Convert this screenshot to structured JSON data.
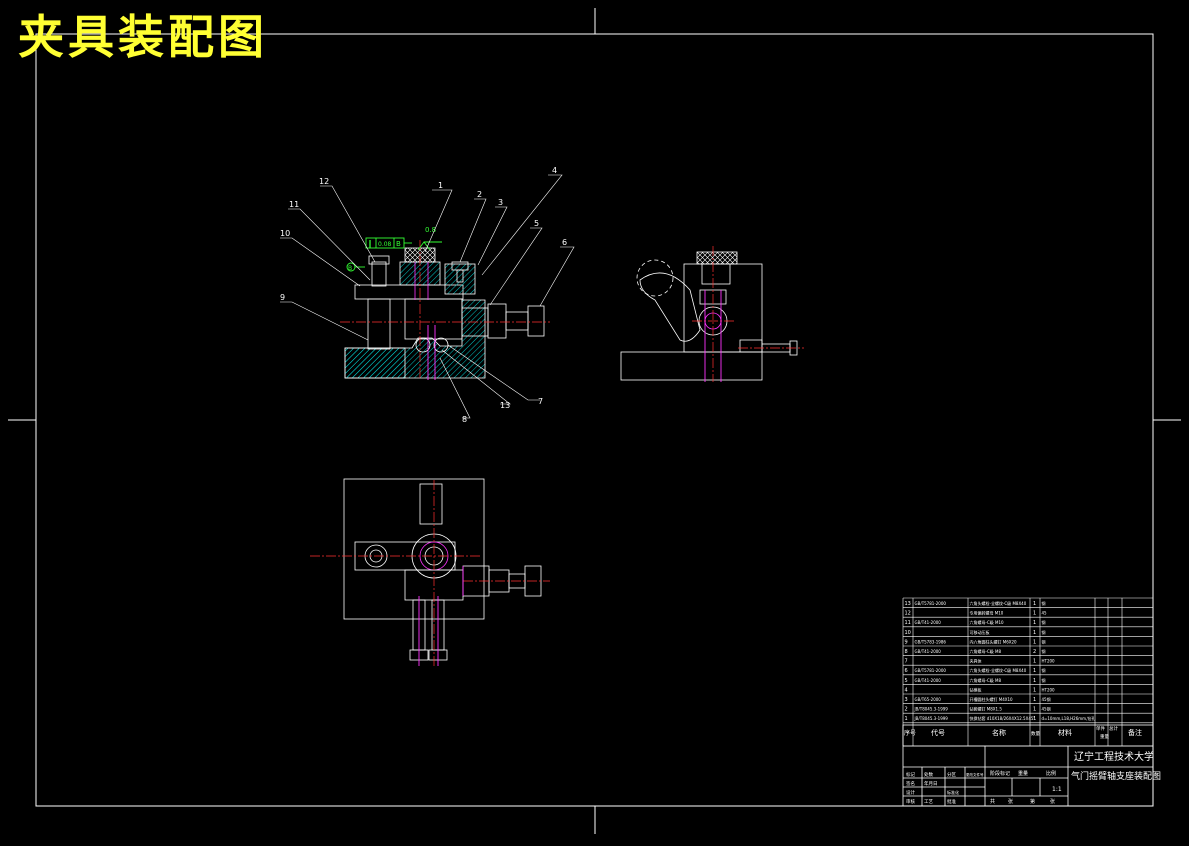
{
  "drawing": {
    "overlay_title": "夹具装配图",
    "colors": {
      "background": "#000000",
      "frame": "#ffffff",
      "title": "#ffff33",
      "hatch": "#00c8c8",
      "centerline": "#ff3030",
      "hidden": "#ff33ff",
      "tolerance": "#33ff33"
    },
    "callouts": [
      "1",
      "2",
      "3",
      "4",
      "5",
      "6",
      "7",
      "8",
      "9",
      "10",
      "11",
      "12",
      "13"
    ],
    "tolerance_frame": {
      "symbol": "∥",
      "value": "0.08",
      "datum": "B"
    },
    "roughness": "0.8",
    "datum_marker": "B"
  },
  "bom": {
    "rows": [
      {
        "no": "13",
        "code": "GB/T5781-2000",
        "name": "六角头螺栓-全螺纹-C级 M8X40",
        "qty": "1",
        "mat": "钢"
      },
      {
        "no": "12",
        "code": "",
        "name": "专用偏转螺母 M10",
        "qty": "1",
        "mat": "45"
      },
      {
        "no": "11",
        "code": "GB/T41-2000",
        "name": "六角螺母-C级 M10",
        "qty": "1",
        "mat": "钢"
      },
      {
        "no": "10",
        "code": "",
        "name": "可移动压板",
        "qty": "1",
        "mat": "钢"
      },
      {
        "no": "9",
        "code": "GB/T5783-1986",
        "name": "内六角圆柱头螺钉 M6X20",
        "qty": "1",
        "mat": "钢"
      },
      {
        "no": "8",
        "code": "GB/T41-2000",
        "name": "六角螺母-C级 M8",
        "qty": "2",
        "mat": "钢"
      },
      {
        "no": "7",
        "code": "",
        "name": "夹具体",
        "qty": "1",
        "mat": "HT200"
      },
      {
        "no": "6",
        "code": "GB/T5781-2000",
        "name": "六角头螺栓-全螺纹-C级 M8X40",
        "qty": "1",
        "mat": "钢"
      },
      {
        "no": "5",
        "code": "GB/T41-2000",
        "name": "六角螺母-C级 M8",
        "qty": "1",
        "mat": "钢"
      },
      {
        "no": "4",
        "code": "",
        "name": "钻模板",
        "qty": "1",
        "mat": "HT200"
      },
      {
        "no": "3",
        "code": "GB/T65-2000",
        "name": "开槽圆柱头螺钉 M4X10",
        "qty": "1",
        "mat": "45钢"
      },
      {
        "no": "2",
        "code": "JB/T8045.3-1999",
        "name": "钻套螺钉 M8X1.5",
        "qty": "1",
        "mat": "45钢"
      },
      {
        "no": "1",
        "code": "JB/T8045.3-1999",
        "name": "快换钻套 d10X18/26X4X12.5X45°",
        "qty": "1",
        "mat": "d=10mm,L18,H26mm,钻孔"
      }
    ],
    "headers": {
      "no": "序号",
      "code": "代号",
      "name": "名称",
      "qty": "数量",
      "mat": "材料",
      "single": "单件",
      "total": "总计",
      "weight": "重量",
      "remark": "备注"
    }
  },
  "title_block": {
    "school": "辽宁工程技术大学",
    "drawing_name": "气门摇臂轴支座装配图",
    "scale": "1:1",
    "label_stage": "阶段标记",
    "label_weight": "重量",
    "label_scale": "比例",
    "label_sheet_total": "共",
    "label_sheet": "张",
    "label_sheet_no": "第",
    "sig_row": [
      "标记",
      "处数",
      "分区",
      "更改文件号",
      "签名",
      "年月日"
    ],
    "roles": [
      "设计",
      "标准化",
      "审核",
      "工艺",
      "批准"
    ]
  }
}
